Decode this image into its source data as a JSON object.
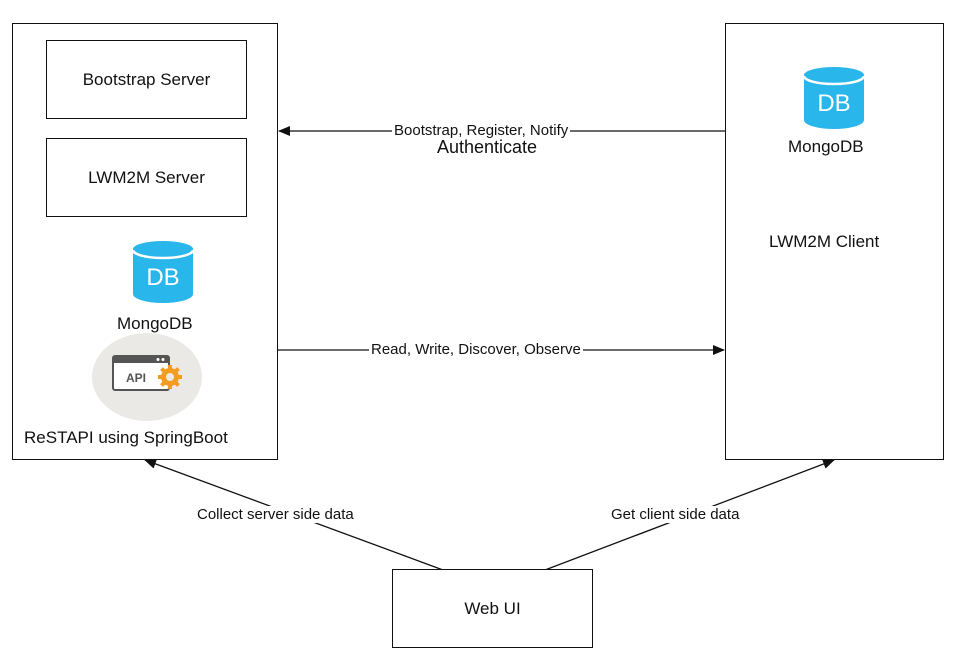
{
  "server_group": {
    "bootstrap_label": "Bootstrap Server",
    "lwm2m_server_label": "LWM2M Server",
    "db_icon_text": "DB",
    "db_label": "MongoDB",
    "api_icon_text": "API",
    "restapi_label": "ReSTAPI using SpringBoot"
  },
  "client_group": {
    "db_icon_text": "DB",
    "db_label": "MongoDB",
    "client_label": "LWM2M Client"
  },
  "web_ui": {
    "label": "Web UI"
  },
  "edges": {
    "bootstrap_ops": "Bootstrap, Register, Notify",
    "authenticate": "Authenticate",
    "device_ops": "Read, Write, Discover, Observe",
    "collect_server": "Collect server side data",
    "get_client": "Get client side data"
  },
  "colors": {
    "db_blue": "#29b6ea",
    "api_orange": "#f39c1f",
    "line": "#111111"
  },
  "icons": [
    "database-icon",
    "api-gear-icon"
  ]
}
